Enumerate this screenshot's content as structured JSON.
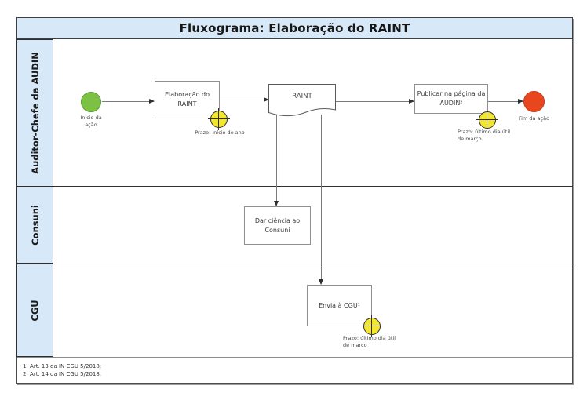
{
  "diagram": {
    "title": "Fluxograma: Elaboração do RAINT",
    "lanes": [
      {
        "label": "Auditor-Chefe da AUDIN"
      },
      {
        "label": "Consuni"
      },
      {
        "label": "CGU"
      }
    ],
    "events": {
      "start": {
        "label": "Início da ação"
      },
      "end": {
        "label": "Fim da ação"
      }
    },
    "tasks": {
      "elaborar": {
        "label": "Elaboração do RAINT"
      },
      "publicar": {
        "label": "Publicar na página da AUDIN²"
      },
      "ciencia": {
        "label": "Dar ciência ao Consuni"
      },
      "enviar": {
        "label": "Envia à CGU¹"
      }
    },
    "artifacts": {
      "raint_doc": {
        "label": "RAINT"
      }
    },
    "timers": [
      {
        "label": "Prazo: início de ano"
      },
      {
        "label": "Prazo: último dia útil de março"
      },
      {
        "label": "Prazo: último dia útil de março"
      }
    ],
    "footnotes": [
      "1: Art. 13 da IN CGU 5/2018;",
      "2: Art. 14 da IN CGU 5/2018."
    ],
    "colors": {
      "lane_fill": "#d7e9f9",
      "start_green": "#7cc144",
      "end_red": "#e8461f",
      "timer_yellow": "#f2e62e"
    }
  }
}
